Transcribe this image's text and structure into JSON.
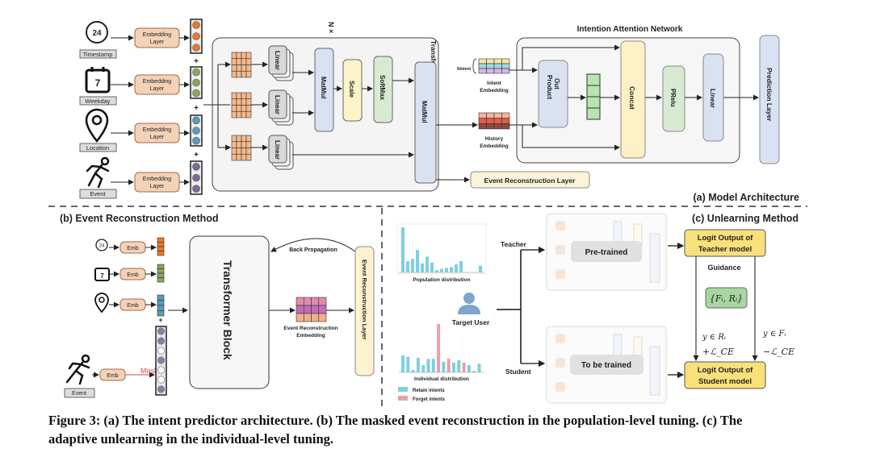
{
  "part_a": {
    "inputs": [
      {
        "label": "Timestamp",
        "icon": "clock-24-icon",
        "glyph": "24",
        "color": "#e8782c"
      },
      {
        "label": "Weekday",
        "icon": "calendar-icon",
        "glyph": "7",
        "color": "#8aa65a"
      },
      {
        "label": "Location",
        "icon": "location-pin-icon",
        "glyph": "",
        "color": "#5a9bb8"
      },
      {
        "label": "Event",
        "icon": "running-person-icon",
        "glyph": "",
        "color": "#7d6a95"
      }
    ],
    "embedding_layer": "Embedding Layer",
    "embedding_line1": "Embedding",
    "embedding_line2": "Layer",
    "plus": "+",
    "repeat": "N ×",
    "transformer_block": "Transformer Block",
    "linear": "Linear",
    "matmul": "MatMul",
    "scale": "Scale",
    "softmax": "SoftMax",
    "n_intent": "Nintent",
    "intent_embedding_1": "Intent",
    "intent_embedding_2": "Embedding",
    "history_embedding_1": "History",
    "history_embedding_2": "Embedding",
    "event_reconstruction_layer": "Event Reconstruction Layer",
    "ian_title": "Intention Attention Network",
    "out_product_1": "Out",
    "out_product_2": "Product",
    "concat": "Concat",
    "prelu": "PRelu",
    "ian_linear": "Linear",
    "prediction_layer": "Prediction Layer",
    "caption": "(a) Model Architecture"
  },
  "part_b": {
    "title": "(b) Event Reconstruction Method",
    "emb": "Emb",
    "mask": "Mask",
    "event": "Event",
    "clock_glyph": "24",
    "calendar_glyph": "7",
    "plus": "+",
    "transformer_block": "Transformer Block",
    "back_propagation": "Back Propagation",
    "recon_embedding_1": "Event Reconstruction",
    "recon_embedding_2": "Embedding",
    "recon_layer": "Event Reconstruction Layer"
  },
  "part_c": {
    "title": "(c) Unlearning Method",
    "population_label": "Population distribution",
    "individual_label": "Individual distribution",
    "population_bars": [
      1.0,
      0.25,
      0.3,
      0.5,
      0.2,
      0.35,
      0.22,
      0.05,
      0.08,
      0.1,
      0.12,
      0.18,
      0.25,
      0,
      0,
      0,
      0.15
    ],
    "individual_bars": [
      {
        "v": 0.35,
        "k": "retain"
      },
      {
        "v": 0.32,
        "k": "retain"
      },
      {
        "v": 0.05,
        "k": "retain"
      },
      {
        "v": 0.3,
        "k": "retain"
      },
      {
        "v": 0.15,
        "k": "retain"
      },
      {
        "v": 0.28,
        "k": "retain"
      },
      {
        "v": 0.28,
        "k": "retain"
      },
      {
        "v": 1.0,
        "k": "forget"
      },
      {
        "v": 0.22,
        "k": "retain"
      },
      {
        "v": 0.28,
        "k": "forget"
      },
      {
        "v": 0.2,
        "k": "retain"
      },
      {
        "v": 0.25,
        "k": "retain"
      },
      {
        "v": 0.2,
        "k": "forget"
      },
      {
        "v": 0.15,
        "k": "retain"
      },
      {
        "v": 0.03,
        "k": "retain"
      },
      {
        "v": 0.18,
        "k": "retain"
      }
    ],
    "legend_retain": "Retain intents",
    "legend_forget": "Forget intents",
    "retain_color": "#7ecfdf",
    "forget_color": "#e8a0a8",
    "target_user": "Target User",
    "teacher": "Teacher",
    "student": "Student",
    "pretrained": "Pre-trained",
    "to_be_trained": "To be trained",
    "teacher_logit_1": "Logit Output of",
    "teacher_logit_2": "Teacher model",
    "student_logit_1": "Logit Output of",
    "student_logit_2": "Student model",
    "guidance": "Guidance",
    "sets": "{Fᵢ, Rᵢ}",
    "retain_cond": "y ∈ Rᵢ",
    "retain_loss": "+ℒ_CE",
    "forget_cond": "y ∈ Fᵢ",
    "forget_loss": "−ℒ_CE"
  },
  "caption": {
    "line1": "Figure 3: (a) The intent predictor architecture. (b) The masked event reconstruction in the population-level tuning. (c) The",
    "line2": "adaptive unlearning in the individual-level tuning."
  }
}
